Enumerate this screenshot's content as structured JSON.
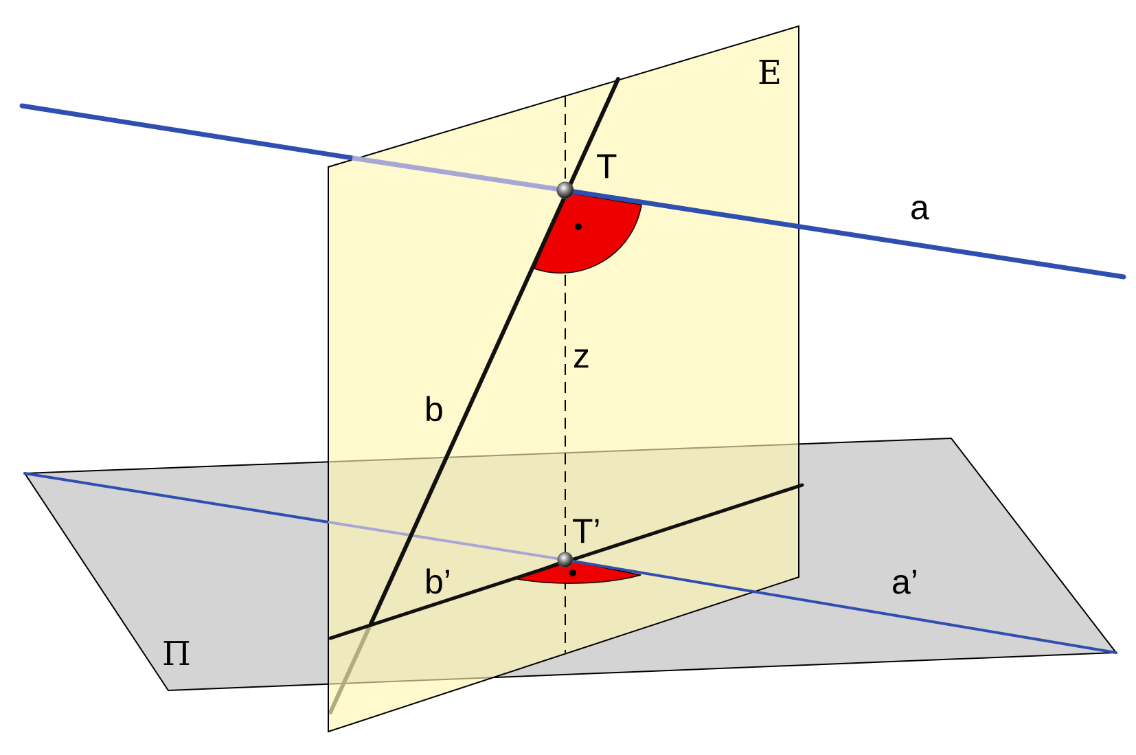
{
  "labels": {
    "plane_vertical": "E",
    "plane_horizontal": "Π",
    "line_a": "a",
    "line_b": "b",
    "line_a_proj": "a’",
    "line_b_proj": "b’",
    "point_T": "T",
    "point_T_proj": "T’",
    "line_z": "z"
  },
  "colors": {
    "plane_vertical_fill": "#fff6b0",
    "plane_horizontal_fill": "#d4d4d4",
    "blue_line": "#2f4fb0",
    "black_line": "#111111",
    "angle_fill": "#ee0000"
  }
}
